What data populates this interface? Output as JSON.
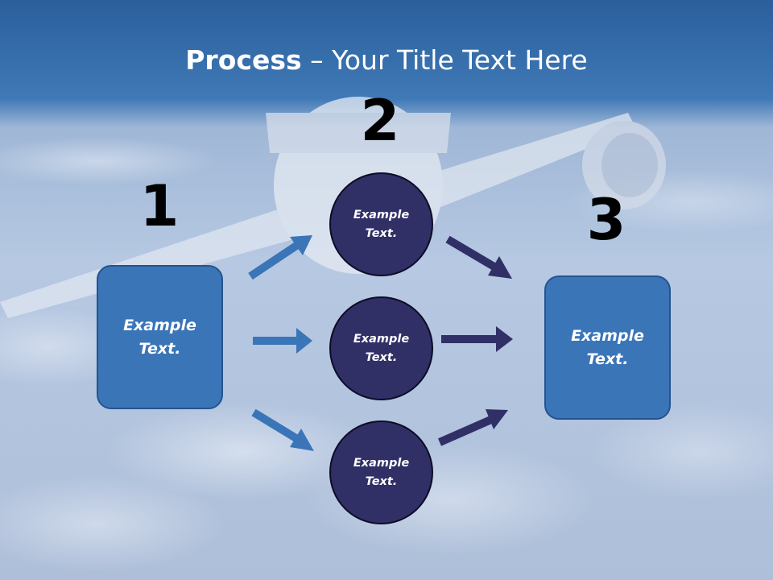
{
  "title": {
    "bold": "Process",
    "rest": " – Your Title Text Here"
  },
  "steps": {
    "one": "1",
    "two": "2",
    "three": "3"
  },
  "left_box": {
    "text": "Example Text."
  },
  "right_box": {
    "text": "Example Text."
  },
  "circles": [
    {
      "text": "Example Text."
    },
    {
      "text": "Example Text."
    },
    {
      "text": "Example Text."
    }
  ],
  "colors": {
    "title_band": "#2f6fb1",
    "box_fill": "#3a75b8",
    "circle_fill": "#302f66",
    "arrow_light": "#3a75b8",
    "arrow_dark": "#302f66"
  }
}
